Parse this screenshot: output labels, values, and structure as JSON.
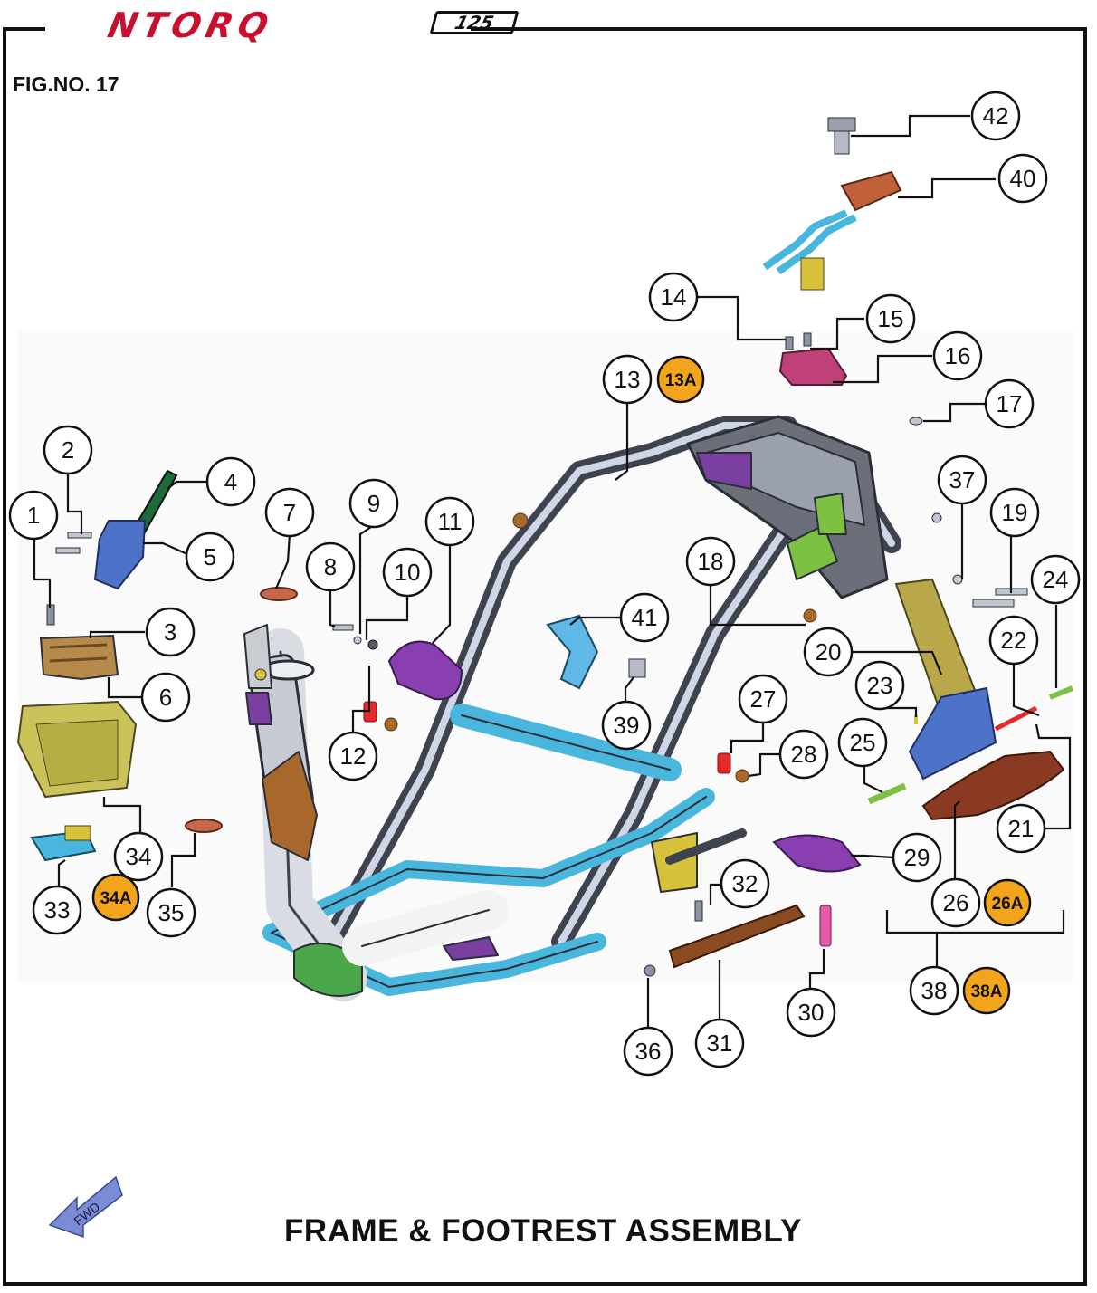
{
  "header": {
    "logo_text": "NTORQ",
    "logo_badge": "125",
    "fig_no": "FIG.NO. 17"
  },
  "title": "FRAME & FOOTREST ASSEMBLY",
  "direction_label": "FWD",
  "colors": {
    "frame_dark": "#4a4f5a",
    "frame_cyan": "#49b6de",
    "highlight_orange": "#f2a51c",
    "part_purple": "#7a3fa0",
    "part_green": "#7dc142",
    "part_olive": "#b9a84a",
    "part_brown": "#8a4a22",
    "part_red": "#e32b2b",
    "part_blue": "#4c73c7",
    "part_magenta": "#b83c78"
  },
  "callouts": [
    "1",
    "2",
    "3",
    "4",
    "5",
    "6",
    "7",
    "8",
    "9",
    "10",
    "11",
    "12",
    "13",
    "14",
    "15",
    "16",
    "17",
    "18",
    "19",
    "20",
    "21",
    "22",
    "23",
    "24",
    "25",
    "26",
    "27",
    "28",
    "29",
    "30",
    "31",
    "32",
    "33",
    "34",
    "35",
    "36",
    "37",
    "38",
    "39",
    "40",
    "41",
    "42"
  ],
  "highlight_callouts": [
    "13A",
    "26A",
    "34A",
    "38A"
  ]
}
